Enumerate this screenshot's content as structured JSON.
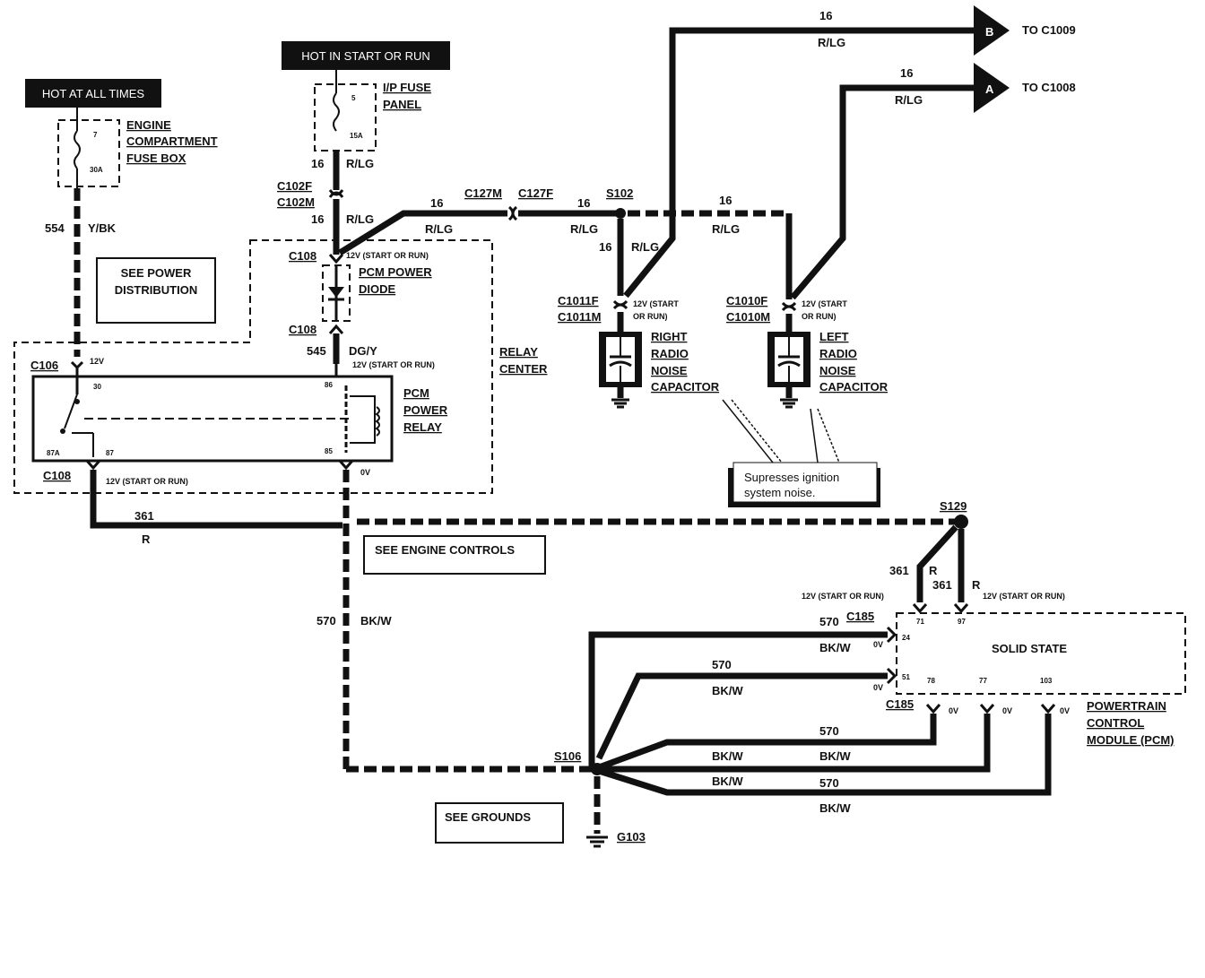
{
  "power": {
    "hot_all_times": "HOT AT ALL TIMES",
    "hot_start_run": "HOT IN START OR RUN",
    "engine_fuse_box": [
      "ENGINE",
      "COMPARTMENT",
      "FUSE BOX"
    ],
    "engine_fuse_num": "7",
    "engine_fuse_amp": "30A",
    "ip_fuse_panel": [
      "I/P FUSE",
      "PANEL"
    ],
    "ip_fuse_num": "5",
    "ip_fuse_amp": "15A"
  },
  "boxes": {
    "see_power": [
      "SEE POWER",
      "DISTRIBUTION"
    ],
    "relay_center": [
      "RELAY",
      "CENTER"
    ],
    "see_engine": "SEE ENGINE CONTROLS",
    "see_grounds": "SEE GROUNDS",
    "solid_state": "SOLID STATE",
    "pcm": [
      "POWERTRAIN",
      "CONTROL",
      "MODULE (PCM)"
    ],
    "note": [
      "Supresses ignition",
      "system noise."
    ]
  },
  "components": {
    "pcm_diode": [
      "PCM POWER",
      "DIODE"
    ],
    "pcm_relay": [
      "PCM",
      "POWER",
      "RELAY"
    ],
    "right_cap": [
      "RIGHT",
      "RADIO",
      "NOISE",
      "CAPACITOR"
    ],
    "left_cap": [
      "LEFT",
      "RADIO",
      "NOISE",
      "CAPACITOR"
    ]
  },
  "connectors": {
    "c102f": "C102F",
    "c102m": "C102M",
    "c108": "C108",
    "c106": "C106",
    "c127m": "C127M",
    "c127f": "C127F",
    "s102": "S102",
    "c1011f": "C1011F",
    "c1011m": "C1011M",
    "c1010f": "C1010F",
    "c1010m": "C1010M",
    "s129": "S129",
    "c185": "C185",
    "s106": "S106",
    "g103": "G103",
    "to_b": "B",
    "to_a": "A",
    "to_c1009": "TO C1009",
    "to_c1008": "TO C1008"
  },
  "wires": {
    "w16": "16",
    "rlg": "R/LG",
    "w554": "554",
    "ybk": "Y/BK",
    "w545": "545",
    "dgy": "DG/Y",
    "w361": "361",
    "r": "R",
    "w570": "570",
    "bkw": "BK/W"
  },
  "voltages": {
    "v12": "12V",
    "v12sr": "12V (START OR RUN)",
    "v12start": "12V (START",
    "orrun": "OR RUN)",
    "v0": "0V"
  },
  "pins": {
    "p30": "30",
    "p86": "86",
    "p87a": "87A",
    "p87": "87",
    "p85": "85",
    "p71": "71",
    "p97": "97",
    "p24": "24",
    "p51": "51",
    "p78": "78",
    "p77": "77",
    "p103": "103"
  }
}
